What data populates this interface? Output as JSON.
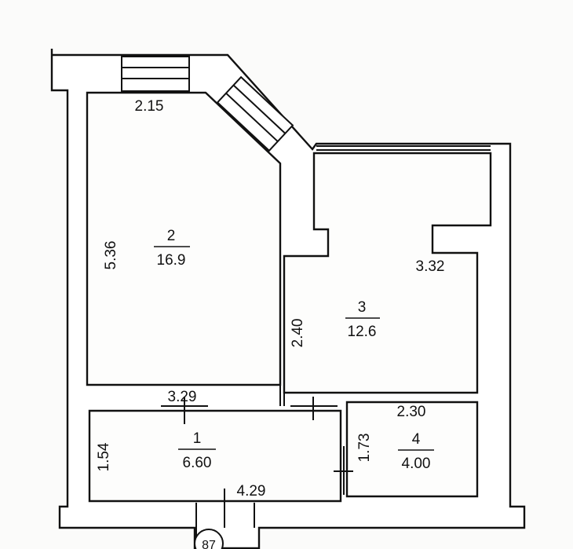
{
  "rooms": [
    {
      "number": "1",
      "area": "6.60"
    },
    {
      "number": "2",
      "area": "16.9"
    },
    {
      "number": "3",
      "area": "12.6"
    },
    {
      "number": "4",
      "area": "4.00"
    }
  ],
  "dimensions": {
    "room2_top": "2.15",
    "room2_left": "5.36",
    "room2_bottom": "3.29",
    "room3_right": "3.32",
    "room3_left": "2.40",
    "room4_top": "2.30",
    "room4_left": "1.73",
    "room1_left": "1.54",
    "room1_bottom": "4.29"
  },
  "axis_marker": "87"
}
